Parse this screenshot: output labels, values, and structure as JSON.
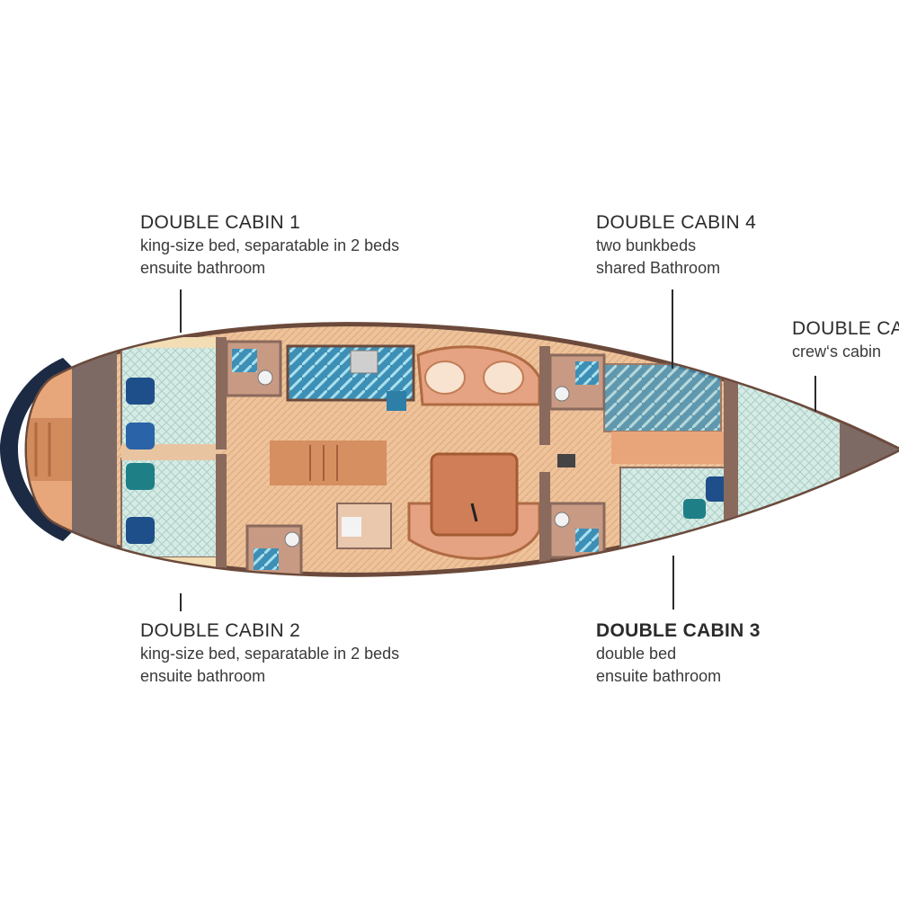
{
  "cabins": [
    {
      "id": "cabin1",
      "title": "DOUBLE CABIN 1",
      "lines": [
        "king-size bed, separatable in 2 beds",
        "ensuite bathroom"
      ]
    },
    {
      "id": "cabin4",
      "title": "DOUBLE CABIN 4",
      "lines": [
        "two bunkbeds",
        "shared Bathroom"
      ]
    },
    {
      "id": "crew",
      "title": "DOUBLE CA",
      "lines": [
        "crew‘s cabin"
      ]
    },
    {
      "id": "cabin2",
      "title": "DOUBLE CABIN 2",
      "lines": [
        "king-size bed, separatable in 2 beds",
        "ensuite bathroom"
      ]
    },
    {
      "id": "cabin3",
      "title": "DOUBLE CABIN 3",
      "lines": [
        "double bed",
        "ensuite bathroom"
      ]
    }
  ],
  "colors": {
    "hull_outline": "#6b4a3c",
    "deck_wood": "#e9b98e",
    "berth": "#cfe6e0",
    "cushion_blue": "#1f4f8a",
    "cushion_teal": "#1f7f86",
    "wall": "#8a6a5c",
    "stern": "#1c2a44"
  }
}
